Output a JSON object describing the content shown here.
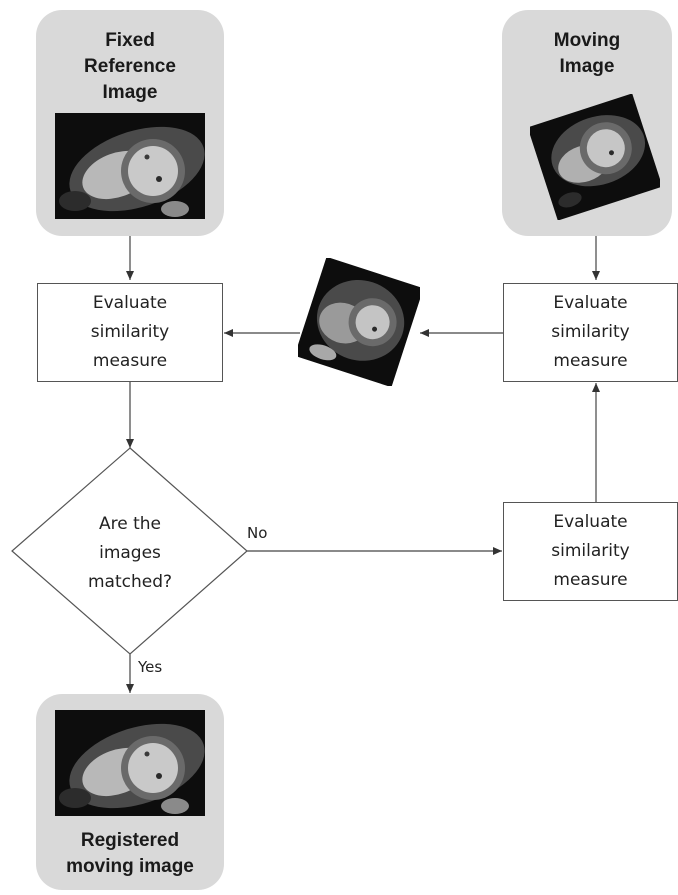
{
  "fixed_image": {
    "title": "Fixed\nReference\nImage"
  },
  "moving_image": {
    "title": "Moving\nImage"
  },
  "registered_image": {
    "title": "Registered\nmoving image"
  },
  "evaluate_left": {
    "label": "Evaluate\nsimilarity\nmeasure"
  },
  "evaluate_right_top": {
    "label": "Evaluate\nsimilarity\nmeasure"
  },
  "evaluate_right_bottom": {
    "label": "Evaluate\nsimilarity\nmeasure"
  },
  "decision": {
    "label": "Are the\nimages\nmatched?"
  },
  "edges": {
    "no_label": "No",
    "yes_label": "Yes"
  },
  "colors": {
    "group_fill": "#d9d9d9",
    "line": "#444444",
    "box_border": "#555555"
  }
}
